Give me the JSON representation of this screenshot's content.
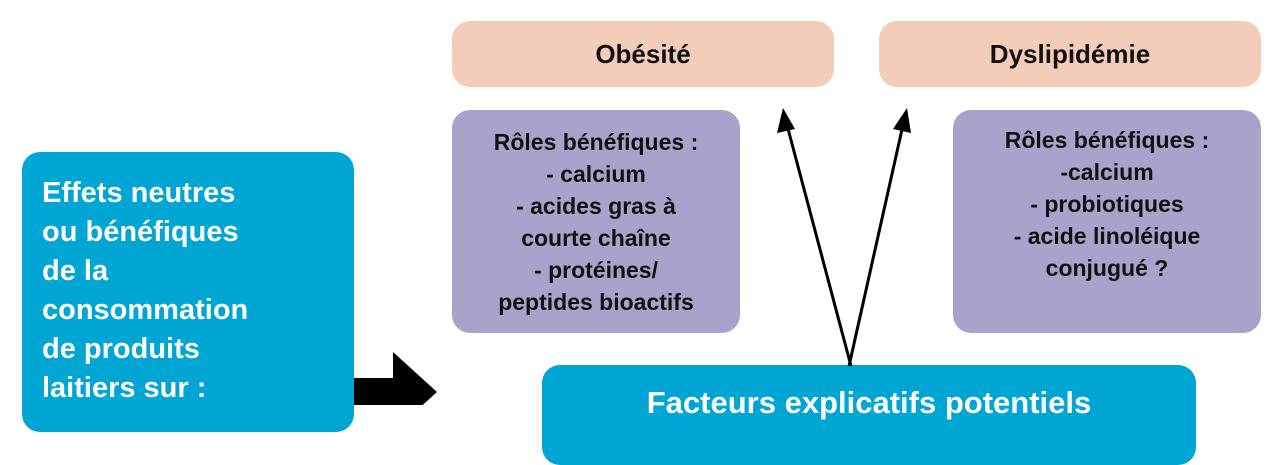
{
  "left_box": {
    "lines": [
      "Effets neutres",
      "ou bénéfiques",
      "de la",
      "consommation",
      "de produits",
      "laitiers sur :"
    ]
  },
  "obesity": {
    "title": "Obésité",
    "roles": [
      "Rôles bénéfiques :",
      "- calcium",
      "- acides gras à",
      "courte chaîne",
      "- protéines/",
      "peptides bioactifs"
    ]
  },
  "dyslipidemia": {
    "title": "Dyslipidémie",
    "roles": [
      "Rôles bénéfiques :",
      "-calcium",
      "- probiotiques",
      "- acide linoléique",
      "conjugué ?"
    ]
  },
  "factors": {
    "title": "Facteurs explicatifs potentiels"
  },
  "colors": {
    "peach": "#f3cdb9",
    "purple": "#a9a3cc",
    "cyan": "#00a6d3"
  }
}
